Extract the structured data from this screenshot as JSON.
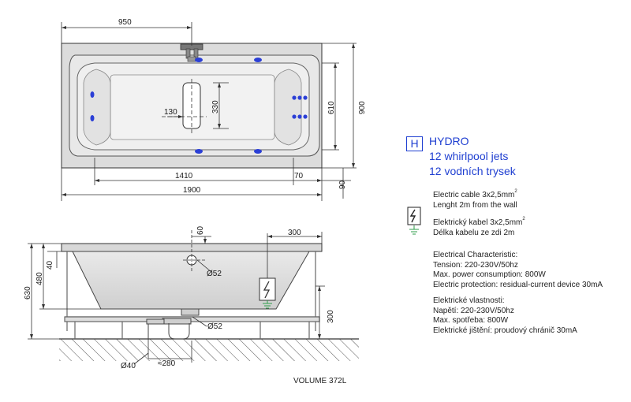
{
  "plan_dims": {
    "d950": "950",
    "d130": "130",
    "d330": "330",
    "d610": "610",
    "d900": "900",
    "d1410": "1410",
    "d70": "70",
    "d90": "90",
    "d1900": "1900"
  },
  "side_dims": {
    "d60": "60",
    "d300_top": "300",
    "d40": "40",
    "d480": "480",
    "d630": "630",
    "dia52_top": "Ø52",
    "dia52_bottom": "Ø52",
    "d300_side": "300",
    "dia40": "Ø40",
    "approx280": "≈280"
  },
  "hydro": {
    "badge": "H",
    "title": "HYDRO",
    "line_en": "12 whirlpool jets",
    "line_cz": "12 vodních trysek"
  },
  "cable_en": {
    "line1": "Electric cable 3x2,5mm",
    "sup": "2",
    "line2": "Lenght 2m from the wall"
  },
  "cable_cz": {
    "line1": "Elektrický kabel 3x2,5mm",
    "sup": "2",
    "line2": "Délka kabelu ze zdi 2m"
  },
  "electrical_en": {
    "heading": "Electrical Characteristic:",
    "tension": "Tension: 220-230V/50hz",
    "power": "Max. power consumption: 800W",
    "protection": "Electric protection: residual-current device 30mA"
  },
  "electrical_cz": {
    "heading": "Elektrické vlastnosti:",
    "tension": "Napětí: 220-230V/50hz",
    "power": "Max. spotřeba: 800W",
    "protection": "Elektrické jištění: proudový chránič 30mA"
  },
  "volume": "VOLUME 372L",
  "colors": {
    "jet": "#2b3fd6",
    "hydro": "#1f3fd1",
    "ground": "#2e9e4a",
    "line": "#1a1a1a"
  }
}
